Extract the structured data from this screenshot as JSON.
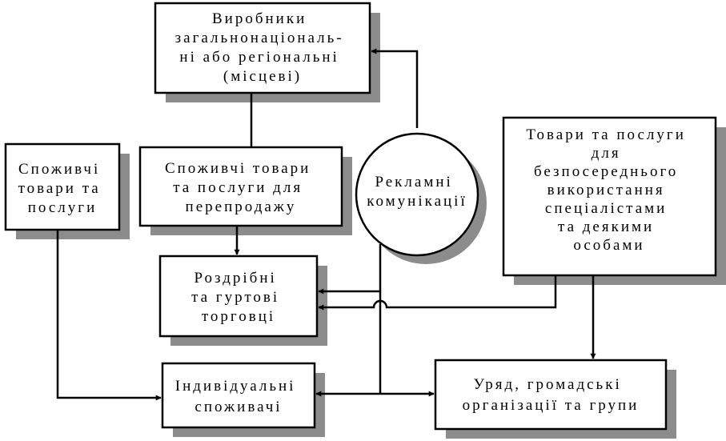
{
  "nodes": {
    "producers": {
      "lines": [
        "Виробники",
        "загальнонаціональ-",
        "ні або регіональні",
        "(місцеві)"
      ]
    },
    "consumer_goods": {
      "lines": [
        "Споживчі",
        "товари та",
        "послуги"
      ]
    },
    "resale_goods": {
      "lines": [
        "Споживчі товари",
        "та послуги для",
        "перепродажу"
      ]
    },
    "advertising": {
      "lines": [
        "Рекламні",
        "комунікації"
      ]
    },
    "specialist_goods": {
      "lines": [
        "Товари та послуги",
        "для",
        "безпосереднього",
        "використання",
        "спеціалістами",
        "та деякими",
        "особами"
      ]
    },
    "retail": {
      "lines": [
        "Роздрібні",
        "та гуртові",
        "торговці"
      ]
    },
    "individual": {
      "lines": [
        "Індивідуальні",
        "споживачі"
      ]
    },
    "government": {
      "lines": [
        "Уряд, громадські",
        "організації та групи"
      ]
    }
  },
  "colors": {
    "stroke": "#000000",
    "shadow": "#8c8c8c",
    "fill": "#ffffff"
  }
}
